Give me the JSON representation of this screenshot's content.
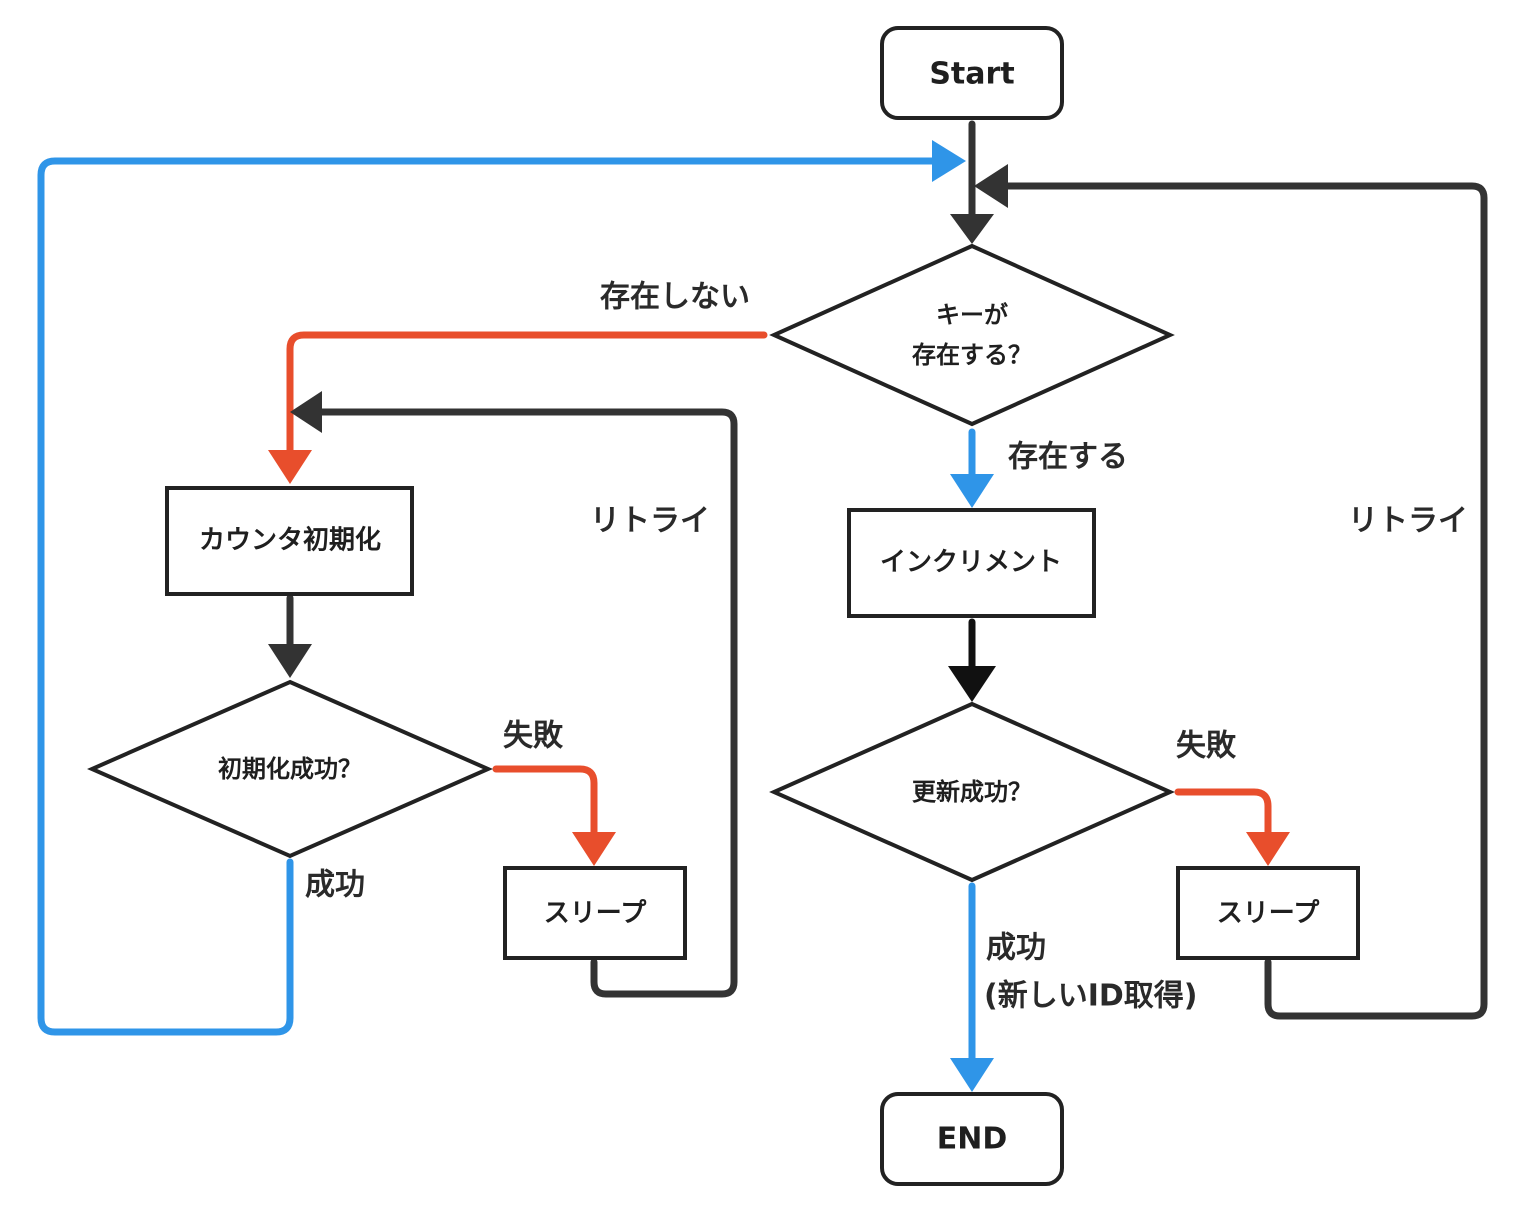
{
  "colors": {
    "black": "#333333",
    "blue": "#2f95e8",
    "red": "#e84e2c",
    "node_stroke": "#222222"
  },
  "nodes": {
    "start": "Start",
    "end": "END",
    "key_exists_line1": "キーが",
    "key_exists_line2": "存在する？",
    "counter_init": "カウンタ初期化",
    "init_success_q": "初期化成功？",
    "sleep_left": "スリープ",
    "increment": "インクリメント",
    "update_success_q": "更新成功？",
    "sleep_right": "スリープ"
  },
  "edge_labels": {
    "not_exists": "存在しない",
    "exists": "存在する",
    "retry_left": "リトライ",
    "retry_right": "リトライ",
    "fail_left": "失敗",
    "fail_right": "失敗",
    "success_left": "成功",
    "success_right_line1": "成功",
    "success_right_line2": "(新しいID取得)"
  }
}
